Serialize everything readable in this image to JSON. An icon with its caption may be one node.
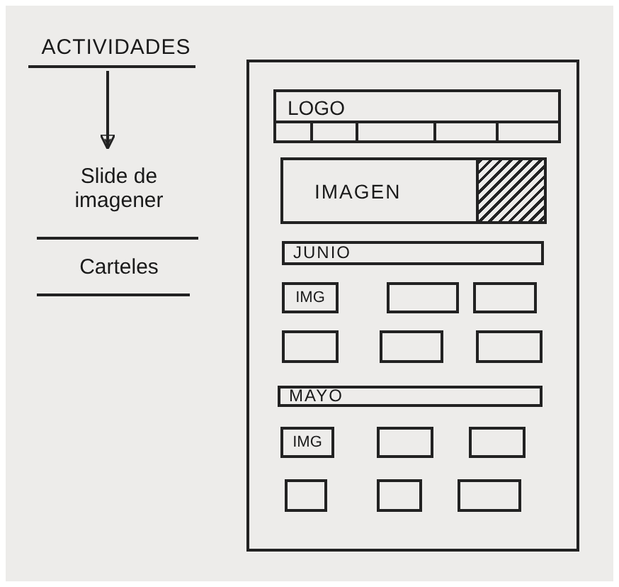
{
  "diagram": {
    "nodes": [
      {
        "text": [
          "ACTIVIDADES"
        ]
      },
      {
        "text": [
          "Slide de imagener"
        ]
      },
      {
        "text": [
          "Carteles"
        ]
      },
      {
        "text": [],
        "shape": "box"
      },
      {
        "text": [
          "LOGO"
        ],
        "in": 3
      },
      {
        "text": [
          "IMAGEN"
        ],
        "in": 3
      },
      {
        "text": [
          "JUNIO"
        ],
        "in": 3
      },
      {
        "text": [
          "IMG"
        ],
        "in": 3
      },
      {
        "text": [],
        "shape": "box",
        "in": 3
      },
      {
        "text": [],
        "shape": "box",
        "in": 3
      },
      {
        "text": [],
        "shape": "box",
        "in": 3
      },
      {
        "text": [],
        "shape": "box",
        "in": 3
      },
      {
        "text": [],
        "shape": "box",
        "in": 3
      },
      {
        "text": [
          "MAYO"
        ],
        "in": 3
      },
      {
        "text": [
          "IMG"
        ],
        "in": 3
      },
      {
        "text": [],
        "shape": "box",
        "in": 3
      },
      {
        "text": [],
        "shape": "box",
        "in": 3
      },
      {
        "text": [],
        "shape": "box",
        "in": 3
      },
      {
        "text": [],
        "shape": "box",
        "in": 3
      },
      {
        "text": [],
        "shape": "box",
        "in": 3
      }
    ],
    "edges": [
      {
        "from": 0,
        "to": 1,
        "arrow": "to"
      }
    ]
  }
}
